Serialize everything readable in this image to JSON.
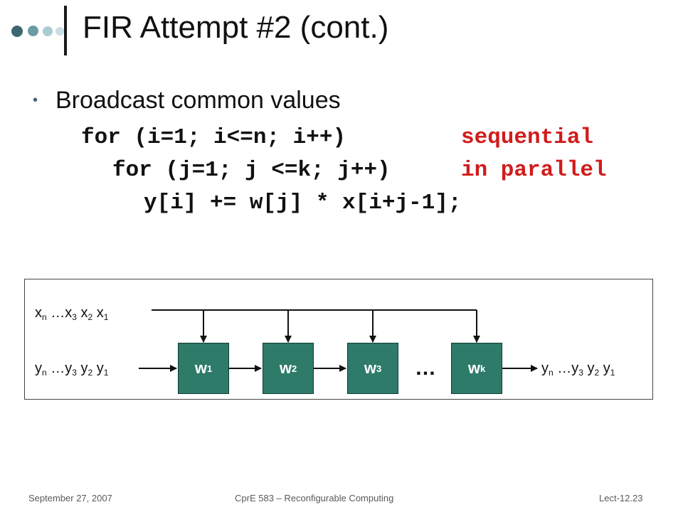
{
  "slide": {
    "title": "FIR Attempt #2 (cont.)",
    "bullet": "Broadcast common values",
    "code": {
      "line1": "for (i=1; i<=n; i++)",
      "line1_note": "sequential",
      "line2": "for (j=1; j <=k; j++)",
      "line2_note": "in parallel",
      "line3": "y[i] += w[j] * x[i+j-1];"
    },
    "diagram": {
      "x_input": {
        "x_n": "x",
        "n": "n",
        "dots": " …x",
        "s3": "3",
        "x2": " x",
        "s2": "2",
        "x1": " x",
        "s1": "1"
      },
      "y_input": {
        "y": "y",
        "n": "n",
        "dots": " …y",
        "s3": "3",
        "y2": " y",
        "s2": "2",
        "y1": " y",
        "s1": "1"
      },
      "y_output": {
        "y": "y",
        "n": "n",
        "dots": " …y",
        "s3": "3",
        "y2": " y",
        "s2": "2",
        "y1": " y",
        "s1": "1"
      },
      "pe": [
        {
          "label": "w",
          "sub": "1"
        },
        {
          "label": "w",
          "sub": "2"
        },
        {
          "label": "w",
          "sub": "3"
        },
        {
          "label": "w",
          "sub": "k"
        }
      ],
      "ellipsis": "…"
    },
    "footer": {
      "date": "September 27, 2007",
      "course": "CprE 583 – Reconfigurable Computing",
      "slide_no": "Lect-12.23"
    }
  },
  "colors": {
    "accent": "#2e7b6a",
    "code_red": "#d11b1b",
    "dot_dark": "#3d6670",
    "dot_light": "#a9ccd2"
  }
}
